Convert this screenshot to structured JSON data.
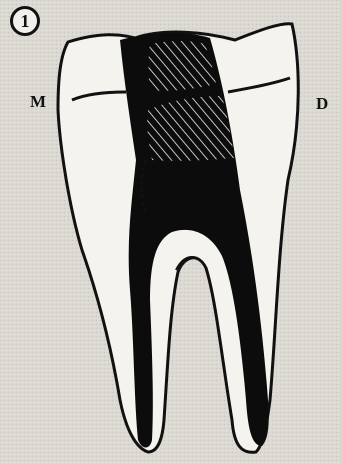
{
  "figure": {
    "number": "1",
    "side_left": "M",
    "side_right": "D"
  },
  "colors": {
    "background": "#dcd9d3",
    "tooth": "#f5f3ee",
    "pulp": "#0c0c0c",
    "outline": "#111111"
  }
}
